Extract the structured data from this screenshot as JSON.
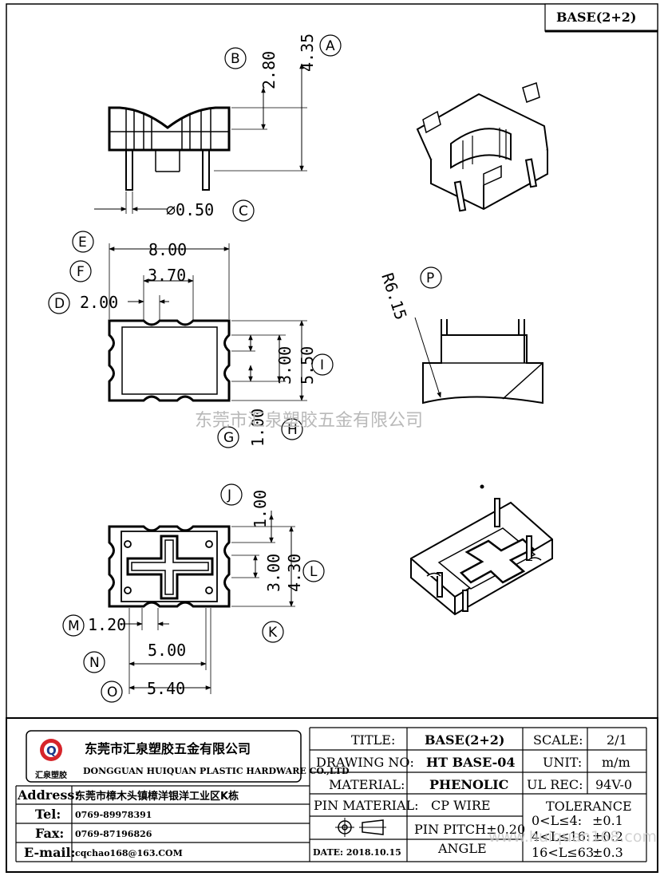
{
  "header": {
    "base_label": "BASE(2+2)"
  },
  "callouts": {
    "A": "A",
    "B": "B",
    "C": "C",
    "D": "D",
    "E": "E",
    "F": "F",
    "G": "G",
    "H": "H",
    "I": "I",
    "J": "J",
    "K": "K",
    "L": "L",
    "M": "M",
    "N": "N",
    "O": "O",
    "P": "P"
  },
  "dimensions": {
    "A": "4.35",
    "B": "2.80",
    "C": "∅0.50",
    "E": "8.00",
    "F": "3.70",
    "D": "2.00",
    "G": "1.00",
    "H": "3.00",
    "I": "5.50",
    "P": "R6.15",
    "J": "1.00",
    "K": "3.00",
    "L": "4.30",
    "M": "1.20",
    "N": "5.00",
    "O": "5.40"
  },
  "watermark": "东莞市汇泉塑胶五金有限公司",
  "watermark_url": "www.huiquan168.com",
  "company": {
    "name_cn": "东莞市汇泉塑胶五金有限公司",
    "name_en": "DONGGUAN HUIQUAN PLASTIC HARDWARE CO.,LTD",
    "logo_letter": "Q",
    "logo_text": "汇泉塑胶",
    "address_label": "Address:",
    "address_value": "东莞市樟木头镇樟洋银洋工业区K栋",
    "tel_label": "Tel:",
    "tel_value": "0769-89978391",
    "fax_label": "Fax:",
    "fax_value": "0769-87196826",
    "email_label": "E-mail:",
    "email_value": "cqchao168@163.COM"
  },
  "title_block": {
    "title_label": "TITLE:",
    "title_value": "BASE(2+2)",
    "drawing_no_label": "DRAWING NO:",
    "drawing_no_value": "HT BASE-04",
    "material_label": "MATERIAL:",
    "material_value": "PHENOLIC",
    "pin_material_label": "PIN MATERIAL:",
    "pin_material_value": "CP WIRE",
    "pin_pitch": "PIN PITCH±0.20",
    "date": "DATE: 2018.10.15",
    "angle": "ANGLE",
    "scale_label": "SCALE:",
    "scale_value": "2/1",
    "unit_label": "UNIT:",
    "unit_value": "m/m",
    "ul_rec_label": "UL REC:",
    "ul_rec_value": "94V-0",
    "tolerance_label": "TOLERANCE",
    "tol_1_range": "0<L≤4:",
    "tol_1_value": "±0.1",
    "tol_2_range": "4<L≤16:",
    "tol_2_value": "±0.2",
    "tol_3_range": "16<L≤63:",
    "tol_3_value": "±0.3"
  }
}
